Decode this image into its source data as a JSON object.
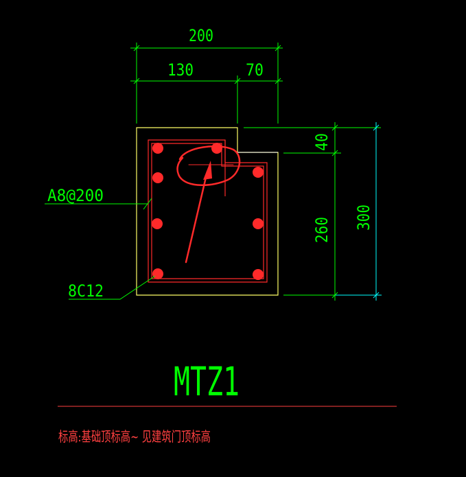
{
  "colors": {
    "background": "#000000",
    "dimension": "#00ff00",
    "dimension_alt": "#00ffff",
    "outline": "#ffff66",
    "rebar": "#ff2a2a",
    "stirrup": "#ff2a2a",
    "markup": "#ff2a2a",
    "leader": "#00ff00",
    "title": "#00ff00",
    "underline": "#ff4040",
    "note": "#ff4040",
    "white_line": "#ffffff"
  },
  "dimensions": {
    "top_total": "200",
    "top_left": "130",
    "top_right": "70",
    "right_top": "40",
    "right_bottom": "260",
    "right_total": "300"
  },
  "labels": {
    "stirrup": "A8@200",
    "rebar": "8C12"
  },
  "title": "MTZ1",
  "note": "标高:基础顶标高~ 见建筑门顶标高"
}
